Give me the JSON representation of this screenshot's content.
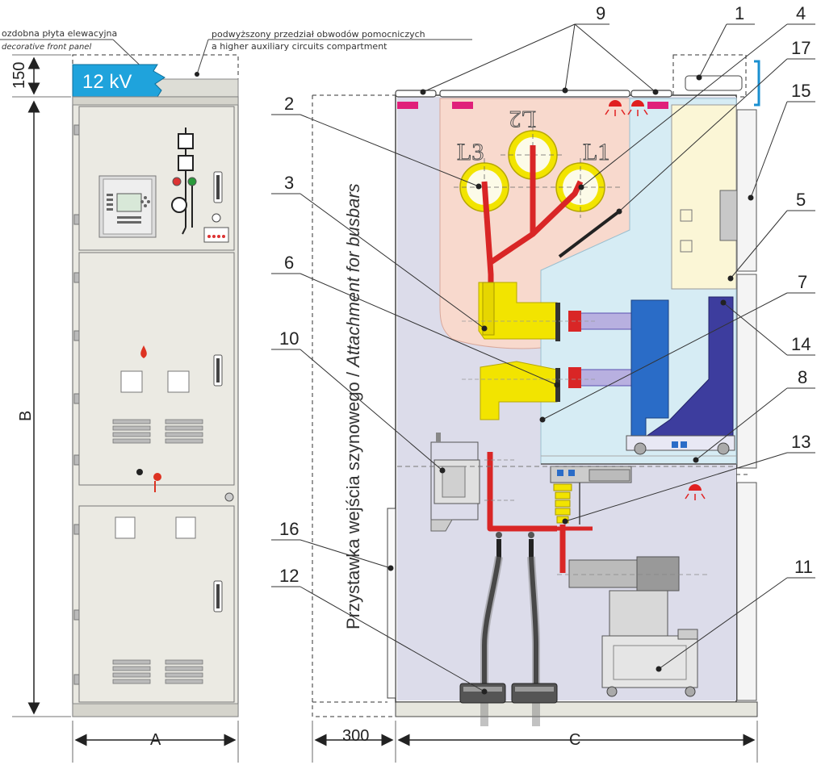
{
  "captions": {
    "front_panel_pl": "ozdobna płyta elewacyjna",
    "front_panel_en": "decorative front panel",
    "aux_pl": "podwyższony przedział obwodów pomocniczych",
    "aux_en": "a higher auxiliary circuits compartment"
  },
  "badge": {
    "text": "12 kV",
    "color": "#1fa3dc"
  },
  "dimensions": {
    "h150": "150",
    "b": "B",
    "a": "A",
    "d300": "300",
    "c": "C"
  },
  "vertical_text": {
    "pl": "Przystawka wejścia szynowego / ",
    "en": "Attachment for busbars"
  },
  "phases": [
    "L3",
    "L2",
    "L1"
  ],
  "callouts": [
    "9",
    "1",
    "4",
    "17",
    "15",
    "2",
    "3",
    "5",
    "6",
    "7",
    "10",
    "14",
    "8",
    "13",
    "16",
    "12",
    "11"
  ],
  "colors": {
    "busbar_compartment": "#f8d9cd",
    "cable_compartment": "#dcdcea",
    "breaker_compartment": "#d6ecf4",
    "relay_compartment": "#fbf6d6",
    "cabinet": "#e9e8e1",
    "conductor": "#d92626",
    "insulator": "#f2e400",
    "breaker_frame": "#3d3d9e",
    "breaker_body": "#2a6cc7"
  }
}
